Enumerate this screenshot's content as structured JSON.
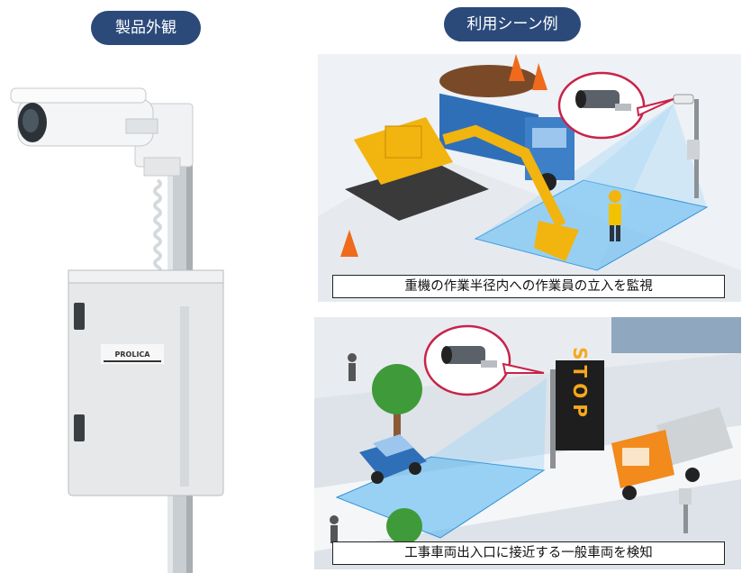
{
  "headings": {
    "product_appearance": "製品外観",
    "usage_scenes": "利用シーン例"
  },
  "product": {
    "enclosure_brand": "PROLICA"
  },
  "scenes": [
    {
      "caption": "重機の作業半径内への作業員の立入を監視"
    },
    {
      "caption": "工事車両出入口に接近する一般車両を検知",
      "sign_text": "STOP"
    }
  ],
  "colors": {
    "heading_pill": "#2b4a7a",
    "detection_zone": "#4fb3f0",
    "callout_ring": "#c8234a",
    "excavator": "#f2b40f",
    "truck_cab": "#2f6fb8",
    "stop_sign_letters": "#f7a81b"
  }
}
